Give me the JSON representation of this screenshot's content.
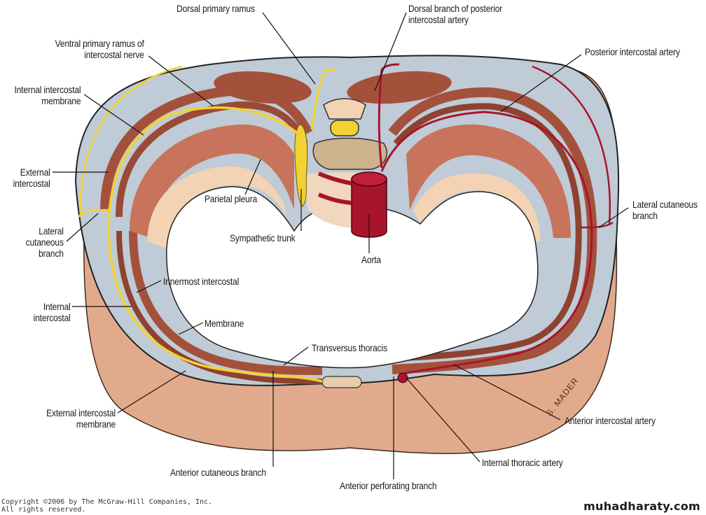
{
  "figure": {
    "subject": "Cross-section of thoracic wall showing intercostal nerves and vessels",
    "colors": {
      "skin_fat": "#e2aa8c",
      "fascia_blue": "#bfcbd6",
      "muscle": "#a4513c",
      "muscle_light": "#c8735c",
      "bone_cream": "#f3d3b4",
      "nerve_yellow": "#f2d230",
      "artery_red": "#a8142c",
      "outline": "#2a2a2a"
    },
    "artist_signature": "S. MADER"
  },
  "labels": {
    "dorsal_primary_ramus": "Dorsal primary ramus",
    "dorsal_branch_post_ic_artery": [
      "Dorsal branch of posterior",
      "intercostal artery"
    ],
    "ventral_primary_ramus": [
      "Ventral primary ramus of",
      "intercostal nerve"
    ],
    "posterior_intercostal_artery": "Posterior intercostal artery",
    "internal_intercostal_membrane": [
      "Internal intercostal",
      "membrane"
    ],
    "external_intercostal": [
      "External",
      "intercostal"
    ],
    "parietal_pleura": "Parietal pleura",
    "lateral_cutaneous_branch_left": [
      "Lateral",
      "cutaneous",
      "branch"
    ],
    "lateral_cutaneous_branch_right": [
      "Lateral cutaneous",
      "branch"
    ],
    "sympathetic_trunk": "Sympathetic trunk",
    "aorta": "Aorta",
    "innermost_intercostal": "Innermost intercostal",
    "internal_intercostal": [
      "Internal",
      "intercostal"
    ],
    "membrane": "Membrane",
    "transversus_thoracis": "Transversus thoracis",
    "external_intercostal_membrane": [
      "External intercostal",
      "membrane"
    ],
    "anterior_intercostal_artery": "Anterior intercostal artery",
    "internal_thoracic_artery": "Internal thoracic artery",
    "anterior_cutaneous_branch": "Anterior cutaneous branch",
    "anterior_perforating_branch": "Anterior perforating branch"
  },
  "footer": {
    "copyright_line1": "Copyright ©2006 by The McGraw-Hill Companies, Inc.",
    "copyright_line2": "All rights reserved.",
    "watermark": "muhadharaty.com"
  }
}
